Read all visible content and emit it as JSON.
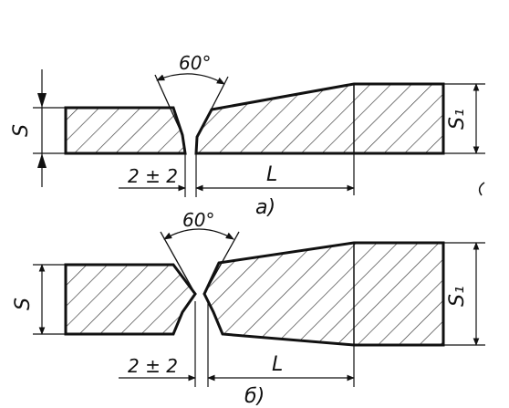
{
  "figures": [
    {
      "id": "a",
      "caption": "а)",
      "angle_label": "60°",
      "thickness_label": "S",
      "thickness_thick_label": "S₁",
      "gap_label": "2 ± 2",
      "length_label": "L"
    },
    {
      "id": "b",
      "caption": "б)",
      "angle_label": "60°",
      "thickness_label": "S",
      "thickness_thick_label": "S₁",
      "gap_label": "2 ± 2",
      "length_label": "L"
    }
  ],
  "colors": {
    "ink": "#111111",
    "hatch": "#333333",
    "background": "#ffffff"
  }
}
